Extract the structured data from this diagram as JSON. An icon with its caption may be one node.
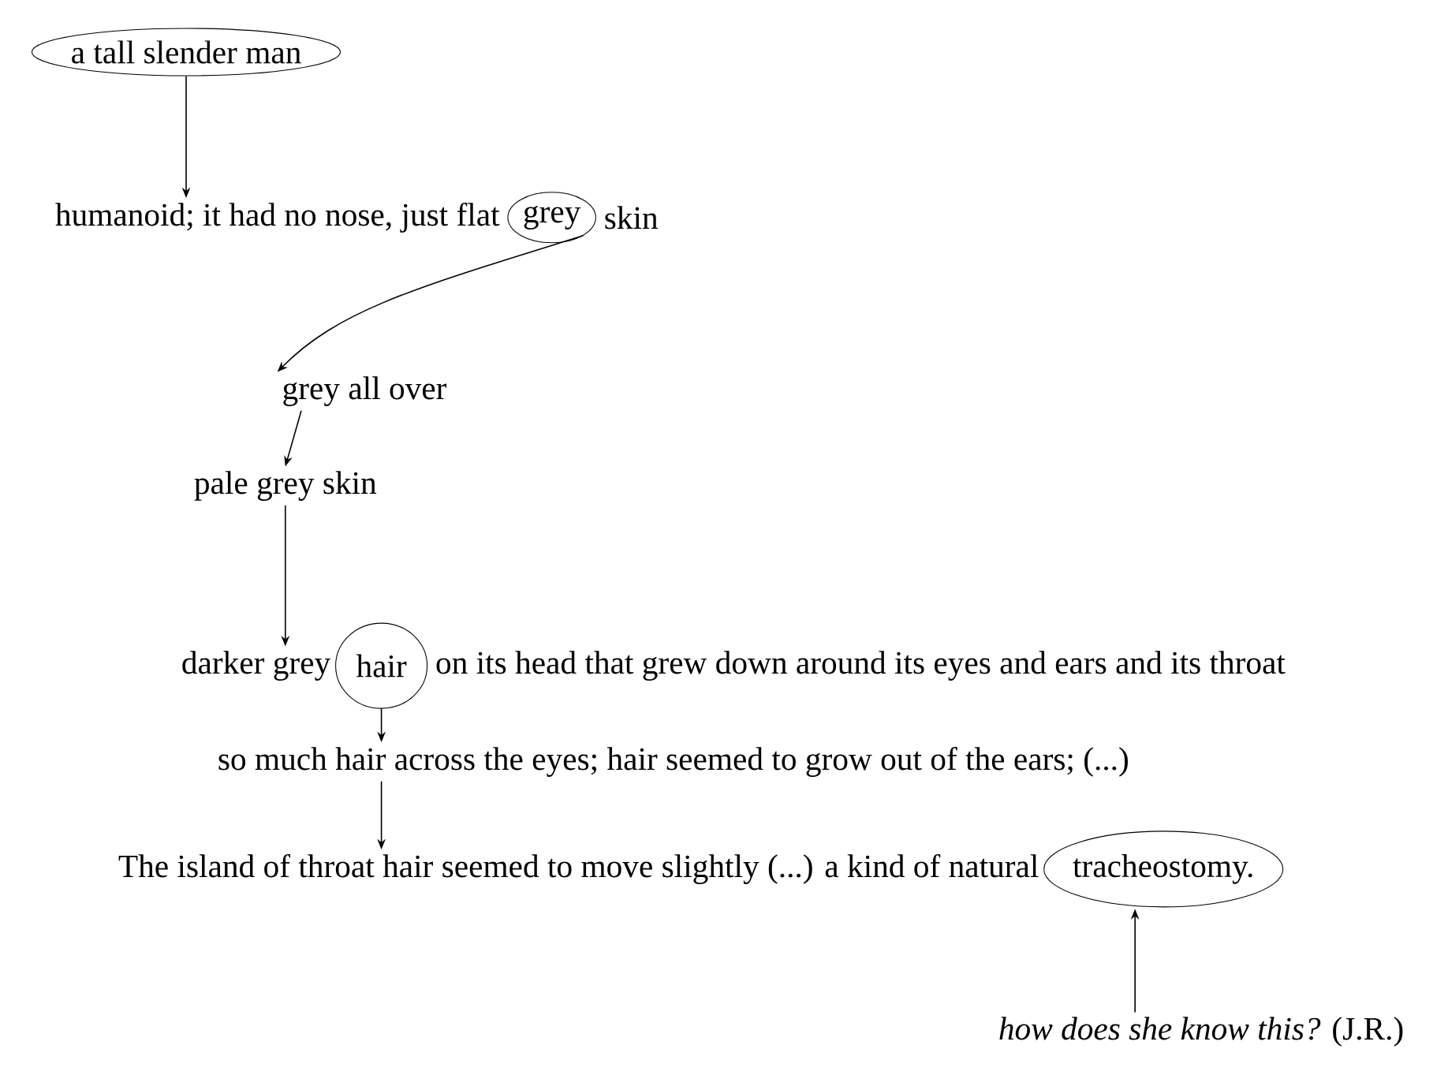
{
  "diagram": {
    "nodes": [
      {
        "text": [
          "a tall slender man"
        ]
      },
      {
        "text": [
          "humanoid; it had no nose, just flat"
        ]
      },
      {
        "text": [
          "grey"
        ],
        "beside": [
          "skin"
        ]
      },
      {
        "text": [
          "grey all over"
        ]
      },
      {
        "text": [
          "pale grey skin"
        ]
      },
      {
        "text": [
          "darker grey"
        ]
      },
      {
        "text": [
          "hair"
        ],
        "beside": [
          "on its head that grew down around its eyes and ears and its throat"
        ]
      },
      {
        "text": [
          "so much hair across the eyes; hair seemed to grow out of the ears; (...)"
        ]
      },
      {
        "text": [
          "The island of throat hair seemed to move slightly (...) a kind of natural"
        ]
      },
      {
        "text": [
          "tracheostomy."
        ]
      },
      {
        "text": [
          "*how does she know this?* (J.R.)"
        ]
      }
    ],
    "edges": [
      {
        "from": 0,
        "to": 1,
        "arrow": "to"
      },
      {
        "from": 2,
        "to": 3,
        "arrow": "to"
      },
      {
        "from": 3,
        "to": 4,
        "arrow": "to"
      },
      {
        "from": 4,
        "to": 5,
        "arrow": "to"
      },
      {
        "from": 6,
        "to": 7,
        "arrow": "to"
      },
      {
        "from": 7,
        "to": 8,
        "arrow": "to"
      },
      {
        "from": 10,
        "to": 9,
        "arrow": "to"
      }
    ]
  }
}
